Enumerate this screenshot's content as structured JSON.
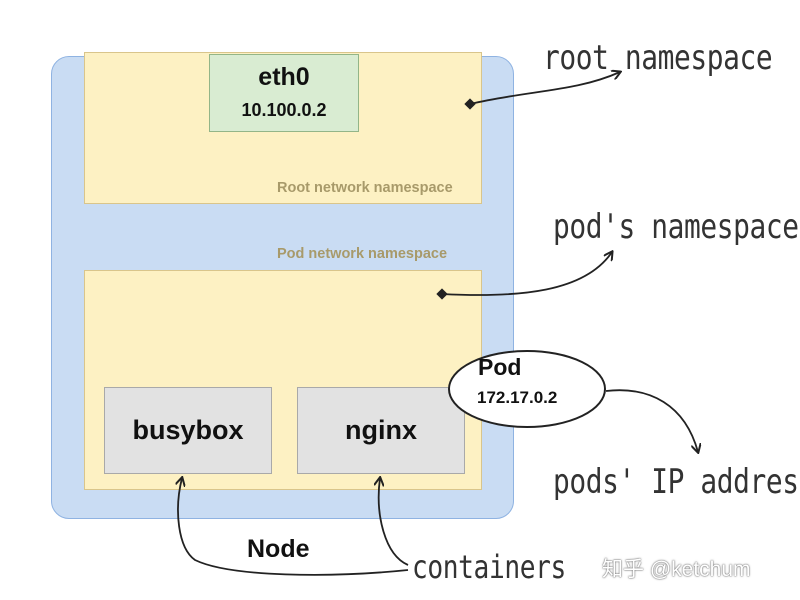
{
  "node": {
    "label": "Node"
  },
  "root_namespace": {
    "label": "Root network namespace"
  },
  "pod_namespace": {
    "label": "Pod network namespace"
  },
  "eth0": {
    "name": "eth0",
    "ip": "10.100.0.2"
  },
  "containers": [
    {
      "name": "busybox"
    },
    {
      "name": "nginx"
    }
  ],
  "pod": {
    "label": "Pod",
    "ip": "172.17.0.2"
  },
  "annotations": {
    "root": "root namespace",
    "pod": "pod's namespace",
    "ip": "pods' IP address",
    "containers": "containers"
  },
  "watermark": "知乎 @ketchum",
  "colors": {
    "node_fill": "#c9dcf3",
    "namespace_fill": "#fdf1c3",
    "eth_fill": "#d9ecd2",
    "container_fill": "#e2e2e2"
  }
}
